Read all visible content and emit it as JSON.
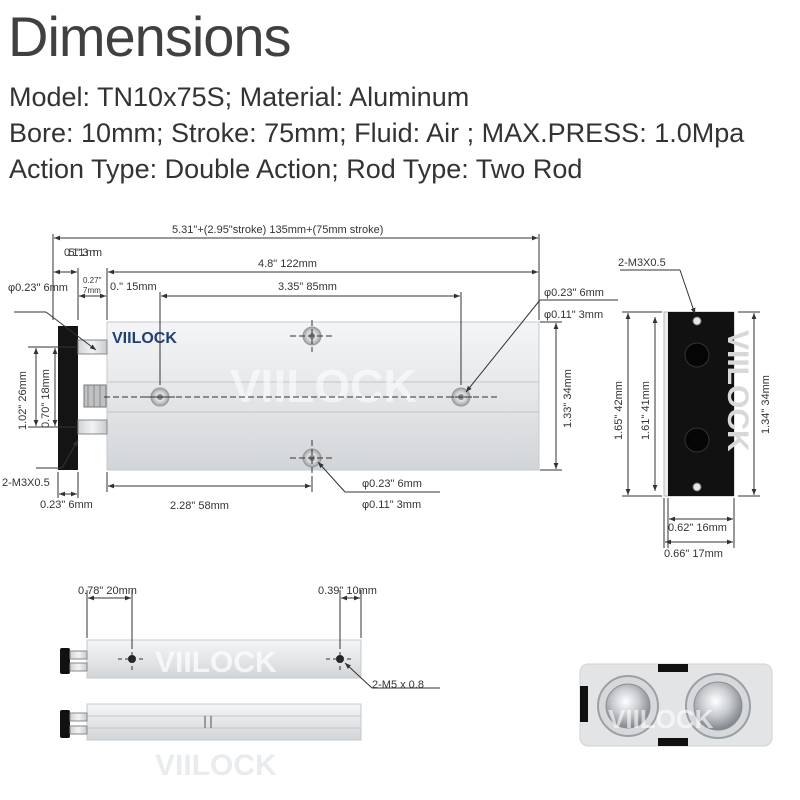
{
  "title": "Dimensions",
  "specs": {
    "line1": "Model: TN10x75S; Material: Aluminum",
    "line2": "Bore: 10mm; Stroke: 75mm; Fluid: Air ; MAX.PRESS: 1.0Mpa",
    "line3": "Action Type: Double Action; Rod Type: Two Rod"
  },
  "brand": "VIILOCK",
  "front_view": {
    "overall_length": "5.31\"+(2.95\"stroke) 135mm+(75mm stroke)",
    "end_plate": "0.51\" 13mm",
    "body_length": "4.8\" 122mm",
    "gap_in": "0.27\"",
    "gap_mm": "7mm",
    "hole_offset": "0.\" 15mm",
    "hole_spacing": "3.35\" 85mm",
    "rod_dia": "φ0.23\" 6mm",
    "hole_dia_top": "φ0.23\" 6mm",
    "hole_thread_top": "φ0.11\" 3mm",
    "rod_spacing": "1.02\" 26mm",
    "rod_pitch": "0.70\" 18mm",
    "body_height": "1.33\" 34mm",
    "thread_left": "2-M3X0.5",
    "plate_thickness": "0.23\" 6mm",
    "bottom_offset": "2.28\" 58mm",
    "hole_dia_bottom": "φ0.23\" 6mm",
    "hole_thread_bottom": "φ0.11\" 3mm"
  },
  "end_view": {
    "thread": "2-M3X0.5",
    "plate_height": "1.65\" 42mm",
    "hole_height": "1.61\" 41mm",
    "body_height": "1.34\" 34mm",
    "inner_width": "0.62\" 16mm",
    "outer_width": "0.66\" 17mm"
  },
  "side_view": {
    "left_port": "0.78\" 20mm",
    "right_port": "0.39\" 10mm",
    "port_thread": "2-M5 x 0.8"
  }
}
